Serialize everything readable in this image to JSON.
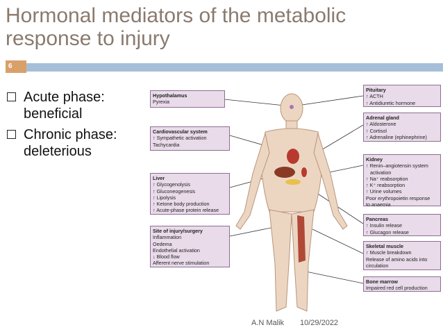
{
  "slide": {
    "title": "Hormonal mediators of the metabolic response to injury",
    "number": "6",
    "bullets": [
      "Acute phase: beneficial",
      "Chronic phase: deleterious"
    ],
    "footer_author": "A.N Malik",
    "footer_date": "10/29/2022"
  },
  "colors": {
    "title": "#8a7a6e",
    "accent_bar": "#a6bfd8",
    "slide_number_bg": "#d9a06a",
    "panel_bg": "#e9dbea",
    "panel_border": "#8d6e91"
  },
  "figure": {
    "left_panels": [
      {
        "title": "Hypothalamus",
        "lines": [
          "Pyrexia"
        ]
      },
      {
        "title": "Cardiovascular system",
        "lines": [
          "↑ Sympathetic activation",
          "Tachycardia"
        ]
      },
      {
        "title": "Liver",
        "lines": [
          "↑ Glycogenolysis",
          "↑ Gluconeogenesis",
          "↑ Lipolysis",
          "↑ Ketone body production",
          "↑ Acute-phase protein release"
        ]
      },
      {
        "title": "Site of injury/surgery",
        "lines": [
          "Inflammation",
          "Oedema",
          "Endothelial activation",
          "↓ Blood flow",
          "Afferent nerve stimulation"
        ]
      }
    ],
    "right_panels": [
      {
        "title": "Pituitary",
        "lines": [
          "↑ ACTH",
          "↑ Antidiuretic hormone"
        ]
      },
      {
        "title": "Adrenal gland",
        "lines": [
          "↑ Aldosterone",
          "↑ Cortisol",
          "↑ Adrenaline (ephinephrine)"
        ]
      },
      {
        "title": "Kidney",
        "lines": [
          "↑ Renin–angiotensin system",
          "activation",
          "↑ Na⁺ reabsorption",
          "↑ K⁺ reabsorption",
          "↑ Urine volumes",
          "Poor erythropoietin response",
          "to anaemia"
        ]
      },
      {
        "title": "Pancreas",
        "lines": [
          "↑ Insulin release",
          "↑ Glucagon release"
        ]
      },
      {
        "title": "Skeletal muscle",
        "lines": [
          "↑ Muscle breakdown",
          "Release of amino acids into",
          "circulation"
        ]
      },
      {
        "title": "Bone marrow",
        "lines": [
          "Impaired red cell production"
        ]
      }
    ]
  }
}
